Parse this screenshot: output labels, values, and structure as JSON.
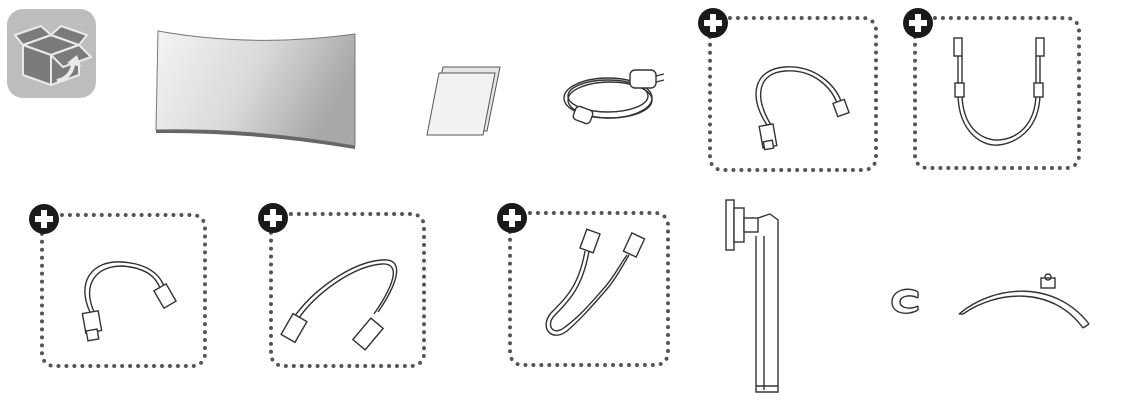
{
  "items": [
    {
      "name": "box-contents",
      "kind": "icon"
    },
    {
      "name": "curved-monitor",
      "kind": "component"
    },
    {
      "name": "documents",
      "kind": "component"
    },
    {
      "name": "power-cord",
      "kind": "component"
    },
    {
      "name": "usb-a-to-b-cable",
      "kind": "optional"
    },
    {
      "name": "usb-c-cable",
      "kind": "optional"
    },
    {
      "name": "usb-a-cable",
      "kind": "optional"
    },
    {
      "name": "displayport-cable",
      "kind": "optional"
    },
    {
      "name": "hdmi-cable",
      "kind": "optional"
    },
    {
      "name": "stand-body",
      "kind": "component"
    },
    {
      "name": "cable-holder",
      "kind": "component"
    },
    {
      "name": "stand-base",
      "kind": "component"
    }
  ]
}
